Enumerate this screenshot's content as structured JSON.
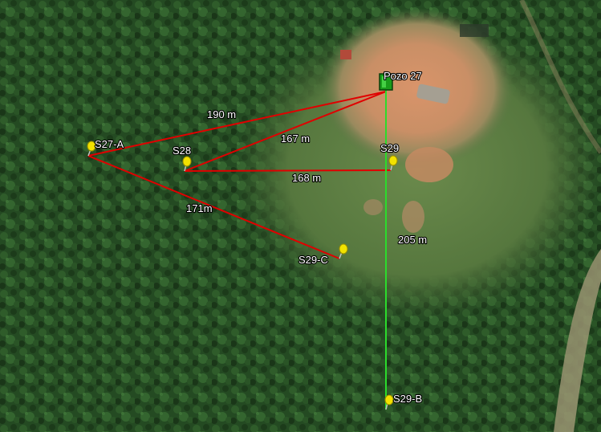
{
  "map": {
    "well": {
      "label": "Pozo 27",
      "icon": "well-square-icon",
      "color": "#1a9c1a"
    },
    "pins": [
      {
        "id": "s27a",
        "label": "S27-A"
      },
      {
        "id": "s28",
        "label": "S28"
      },
      {
        "id": "s29",
        "label": "S29"
      },
      {
        "id": "s29c",
        "label": "S29-C"
      },
      {
        "id": "s29b",
        "label": "S29-B"
      }
    ],
    "pin_icon": "yellow-pushpin-icon",
    "pin_color": "#f2e200",
    "measurements": [
      {
        "id": "well-s27a",
        "label": "190 m",
        "color": "#e00000"
      },
      {
        "id": "well-s28",
        "label": "167 m",
        "color": "#e00000"
      },
      {
        "id": "s28-s29",
        "label": "168 m",
        "color": "#e00000"
      },
      {
        "id": "s27a-s29c",
        "label": "171m",
        "color": "#e00000"
      },
      {
        "id": "well-s29b",
        "label": "205 m",
        "color": "#2bdc2b"
      }
    ]
  }
}
